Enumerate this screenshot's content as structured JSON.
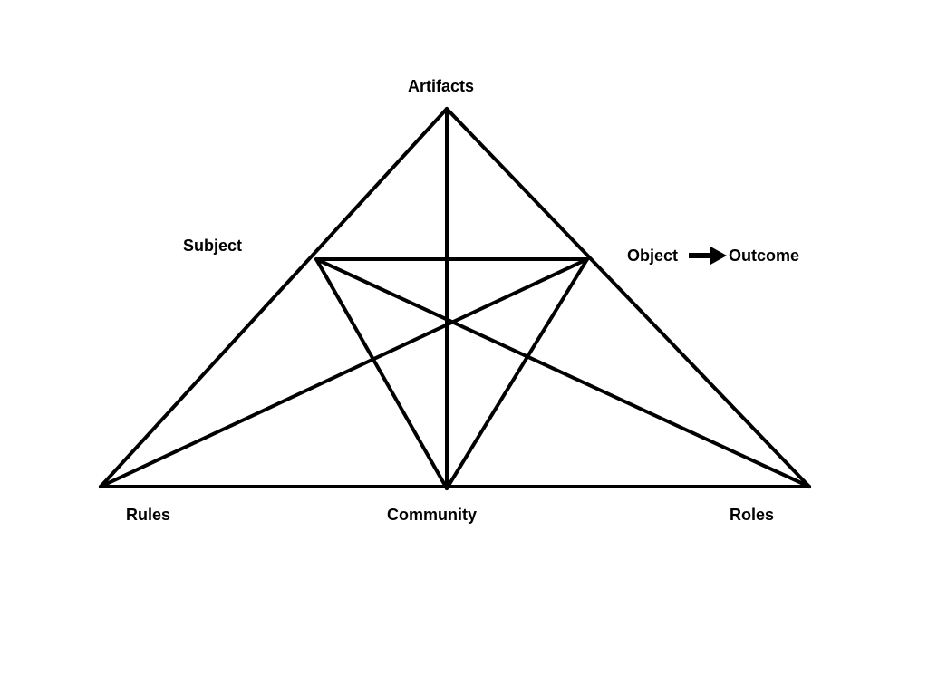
{
  "diagram": {
    "labels": {
      "artifacts": "Artifacts",
      "subject": "Subject",
      "object": "Object",
      "outcome": "Outcome",
      "rules": "Rules",
      "community": "Community",
      "roles": "Roles"
    },
    "edges": [
      [
        "artifacts",
        "rules"
      ],
      [
        "artifacts",
        "roles"
      ],
      [
        "rules",
        "roles"
      ],
      [
        "artifacts",
        "community"
      ],
      [
        "subject",
        "object"
      ],
      [
        "subject",
        "community"
      ],
      [
        "object",
        "community"
      ],
      [
        "subject",
        "roles"
      ],
      [
        "object",
        "rules"
      ]
    ],
    "arrows": [
      [
        "object",
        "outcome"
      ]
    ],
    "line_color": "#000000",
    "text_color": "#000000",
    "background": "#ffffff"
  }
}
